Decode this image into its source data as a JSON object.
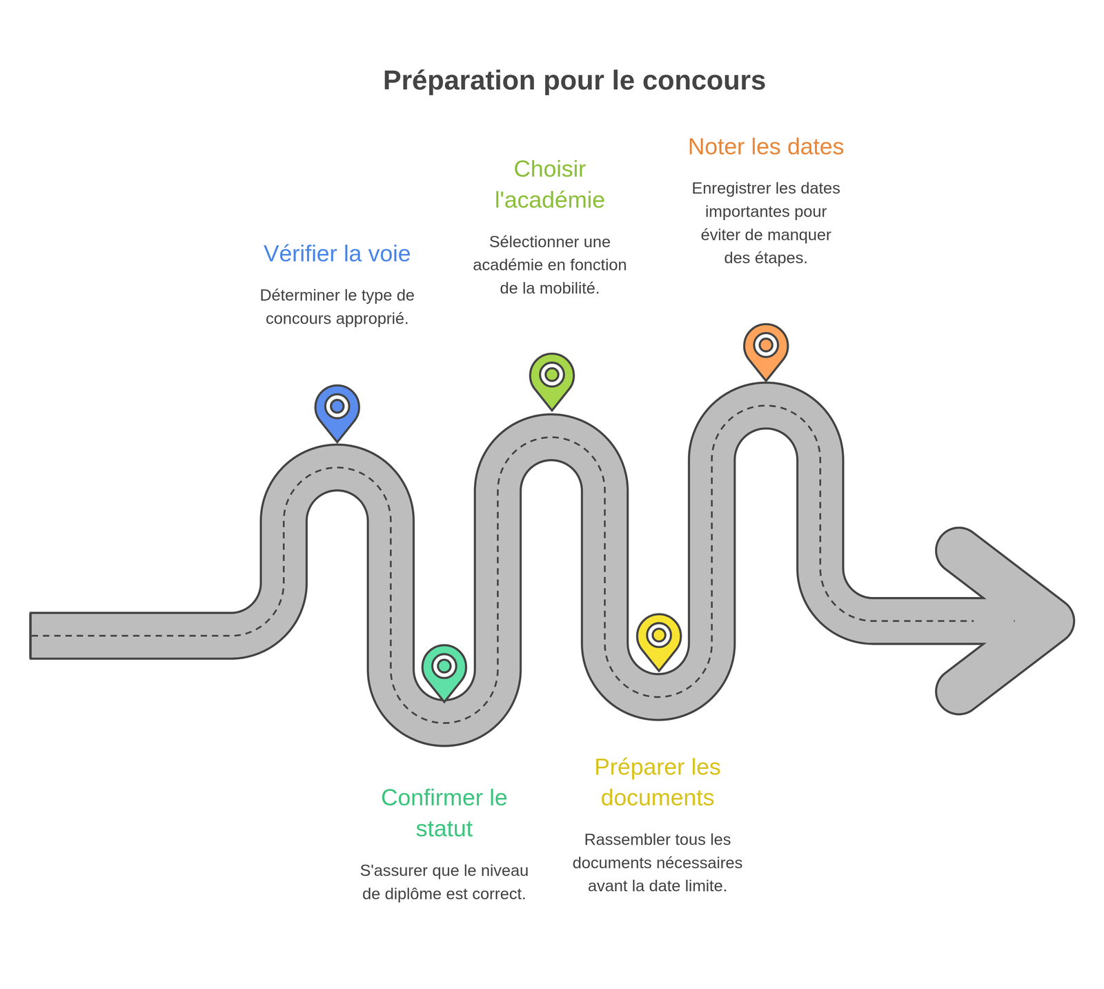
{
  "diagram": {
    "title": "Préparation pour le concours",
    "nodes": [
      {
        "text": [
          "Vérifier la voie",
          "Déterminer le type de concours approprié."
        ]
      },
      {
        "text": [
          "Confirmer le statut",
          "S'assurer que le niveau de diplôme est correct."
        ]
      },
      {
        "text": [
          "Choisir l'académie",
          "Sélectionner une académie en fonction de la mobilité."
        ]
      },
      {
        "text": [
          "Préparer les documents",
          "Rassembler tous les documents nécessaires avant la date limite."
        ]
      },
      {
        "text": [
          "Noter les dates",
          "Enregistrer les dates importantes pour éviter de manquer des étapes."
        ]
      }
    ]
  }
}
